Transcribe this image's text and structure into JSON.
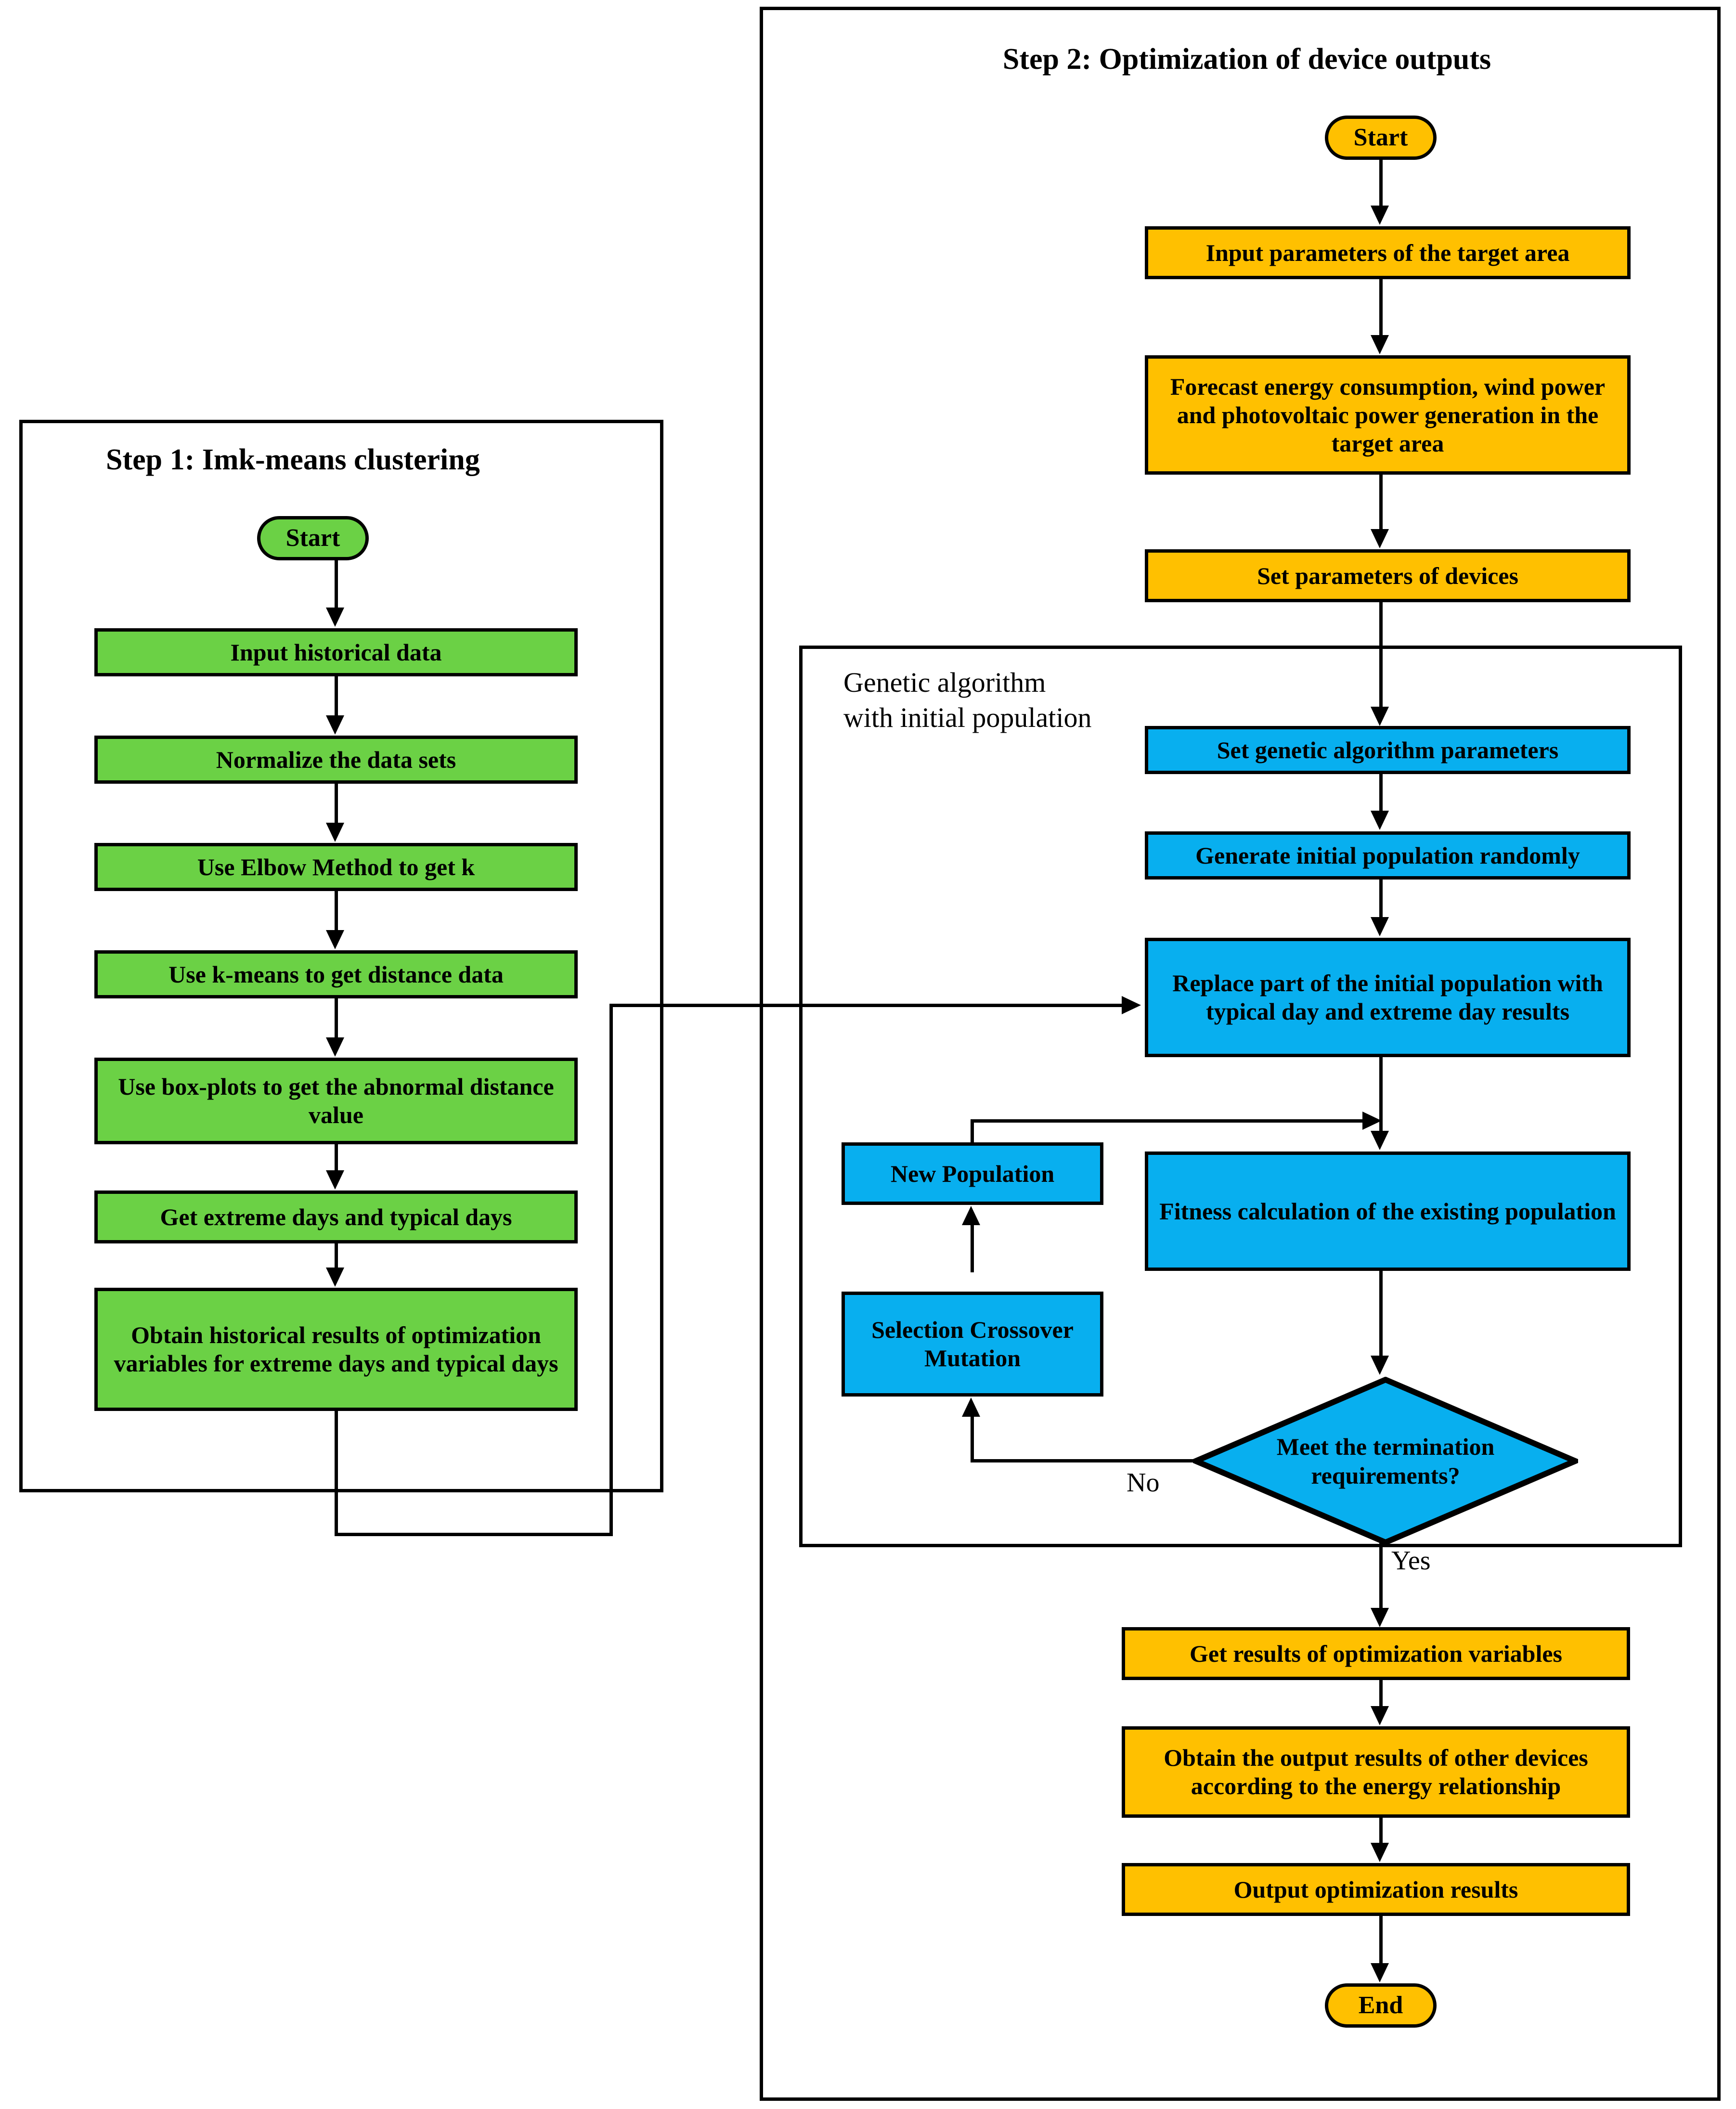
{
  "figure": {
    "type": "flowchart",
    "panels": [
      {
        "id": "step1",
        "title": "Step 1:  Imk-means clustering",
        "color": "#6BD145",
        "nodes": [
          {
            "id": "s1-start",
            "shape": "terminator",
            "label": "Start"
          },
          {
            "id": "s1-n1",
            "shape": "process",
            "label": "Input historical data"
          },
          {
            "id": "s1-n2",
            "shape": "process",
            "label": "Normalize the data sets"
          },
          {
            "id": "s1-n3",
            "shape": "process",
            "label": "Use Elbow Method to get k"
          },
          {
            "id": "s1-n4",
            "shape": "process",
            "label": "Use k-means to get distance data"
          },
          {
            "id": "s1-n5",
            "shape": "process",
            "label": "Use box-plots to get  the abnormal distance value"
          },
          {
            "id": "s1-n6",
            "shape": "process",
            "label": "Get extreme days and typical days"
          },
          {
            "id": "s1-n7",
            "shape": "process",
            "label": "Obtain historical results of optimization variables for extreme days and typical days"
          }
        ]
      },
      {
        "id": "step2",
        "title": "Step 2:  Optimization of device outputs",
        "color": "#FFC000",
        "nodes": [
          {
            "id": "s2-start",
            "shape": "terminator",
            "label": "Start"
          },
          {
            "id": "s2-n1",
            "shape": "process",
            "label": "Input parameters of the target area"
          },
          {
            "id": "s2-n2",
            "shape": "process",
            "label": "Forecast energy consumption, wind power and photovoltaic power generation in the target area"
          },
          {
            "id": "s2-n3",
            "shape": "process",
            "label": "Set parameters of devices"
          },
          {
            "id": "s2-n8",
            "shape": "process",
            "label": "Get results of optimization variables"
          },
          {
            "id": "s2-n9",
            "shape": "process",
            "label": "Obtain the output results of other devices according to the energy relationship"
          },
          {
            "id": "s2-n10",
            "shape": "process",
            "label": "Output optimization results"
          },
          {
            "id": "s2-end",
            "shape": "terminator",
            "label": "End"
          }
        ]
      },
      {
        "id": "ga",
        "caption": "Genetic algorithm\nwith initial population",
        "color": "#08AFEF",
        "nodes": [
          {
            "id": "ga-n1",
            "shape": "process",
            "label": "Set genetic algorithm parameters"
          },
          {
            "id": "ga-n2",
            "shape": "process",
            "label": "Generate initial population  randomly"
          },
          {
            "id": "ga-n3",
            "shape": "process",
            "label": "Replace part of the initial population with typical day and extreme day results"
          },
          {
            "id": "ga-n4",
            "shape": "process",
            "label": "Fitness calculation of the existing population"
          },
          {
            "id": "ga-n5",
            "shape": "decision",
            "label": "Meet the termination requirements?"
          },
          {
            "id": "ga-n6",
            "shape": "process",
            "label": "New Population"
          },
          {
            "id": "ga-n7",
            "shape": "process",
            "label": "Selection\nCrossover\nMutation"
          }
        ],
        "branch_labels": {
          "no": "No",
          "yes": "Yes"
        }
      }
    ],
    "colors": {
      "green": "#6BD145",
      "orange": "#FFC000",
      "blue": "#08AFEF",
      "outline": "#000000",
      "background": "#FFFFFF"
    }
  }
}
